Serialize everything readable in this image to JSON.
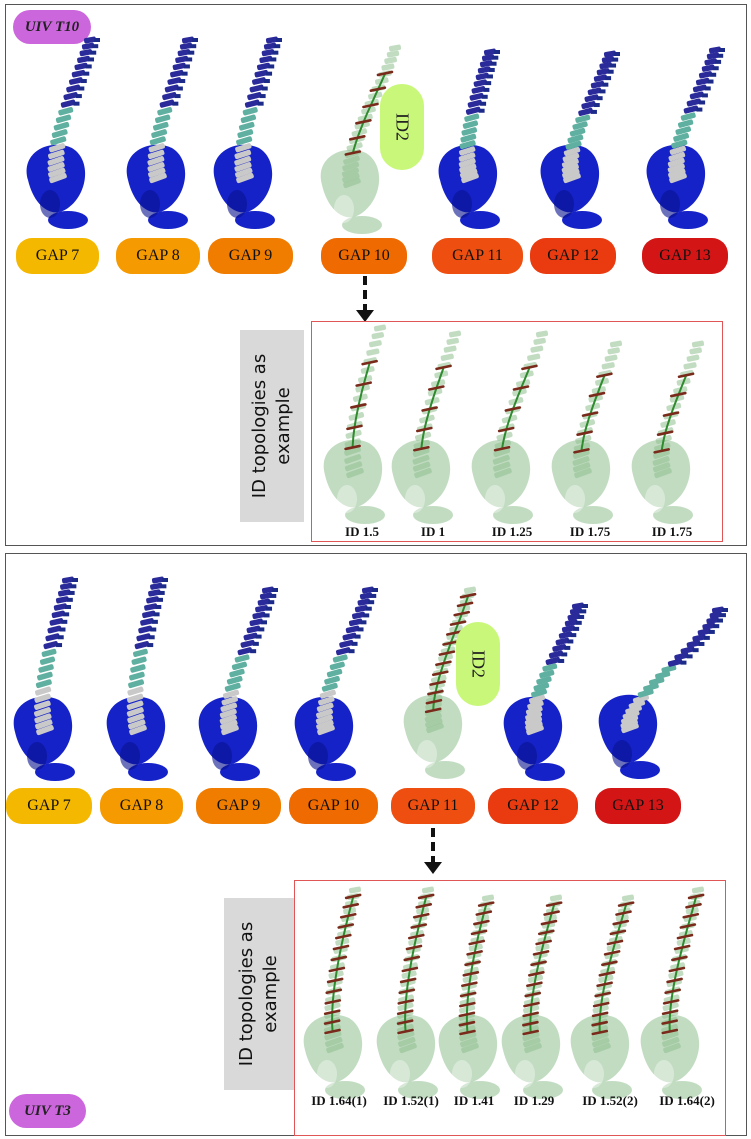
{
  "top": {
    "title": "UIV T10",
    "gaps": [
      {
        "label": "GAP 7",
        "color": "#f5b800"
      },
      {
        "label": "GAP 8",
        "color": "#f59a00"
      },
      {
        "label": "GAP 9",
        "color": "#f07c00"
      },
      {
        "label": "GAP 10",
        "color": "#ef6a00"
      },
      {
        "label": "GAP 11",
        "color": "#ee4f10"
      },
      {
        "label": "GAP 12",
        "color": "#ea3a10"
      },
      {
        "label": "GAP 13",
        "color": "#d41515"
      }
    ],
    "id2_label": "ID2",
    "example_label_line1": "ID topologies as",
    "example_label_line2": "example",
    "id_topologies": [
      "ID 1.5",
      "ID 1",
      "ID 1.25",
      "ID 1.75",
      "ID 1.75"
    ]
  },
  "bottom": {
    "title": "UIV T3",
    "gaps": [
      {
        "label": "GAP 7",
        "color": "#f5b800"
      },
      {
        "label": "GAP 8",
        "color": "#f59a00"
      },
      {
        "label": "GAP 9",
        "color": "#f07c00"
      },
      {
        "label": "GAP 10",
        "color": "#ef6a00"
      },
      {
        "label": "GAP 11",
        "color": "#ee4f10"
      },
      {
        "label": "GAP 12",
        "color": "#ea3a10"
      },
      {
        "label": "GAP 13",
        "color": "#d41515"
      }
    ],
    "id2_label": "ID2",
    "example_label_line1": "ID topologies as",
    "example_label_line2": "example",
    "id_topologies": [
      "ID 1.64(1)",
      "ID 1.52(1)",
      "ID 1.41",
      "ID 1.29",
      "ID 1.52(2)",
      "ID 1.64(2)"
    ]
  },
  "colors": {
    "pelvis": "#1522c8",
    "upper_vertebrae": "#2a2a9a",
    "mid_vertebrae": "#5fb0a0",
    "lower_vertebrae": "#c9c9c9",
    "ghost_spine": "#8fbf8f",
    "rod": "#2e8b2e",
    "screw": "#7a2a1a"
  }
}
